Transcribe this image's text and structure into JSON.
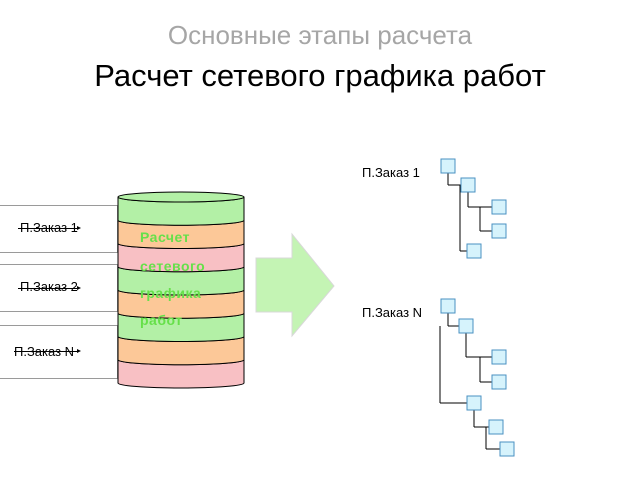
{
  "header": {
    "subtitle": "Основные этапы расчета",
    "title": "Расчет сетевого графика работ"
  },
  "orders": [
    {
      "label": "П.Заказ 1"
    },
    {
      "label": "П.Заказ 2"
    },
    {
      "label": "П.Заказ N"
    }
  ],
  "stack": {
    "lines": [
      "Расчет",
      "сетевого",
      "графика",
      "работ"
    ],
    "colors": [
      "#b3f0a6",
      "#fcc898",
      "#f8c0c4",
      "#b3f0a6",
      "#fcc898",
      "#b3f0a6",
      "#fcc898",
      "#f8c0c4"
    ]
  },
  "arrow_color": "#c4f4b4",
  "trees": [
    {
      "label": "П.Заказ 1"
    },
    {
      "label": "П.Заказ N"
    }
  ],
  "node_color": "#d6f3fc",
  "node_border": "#4a90c2"
}
